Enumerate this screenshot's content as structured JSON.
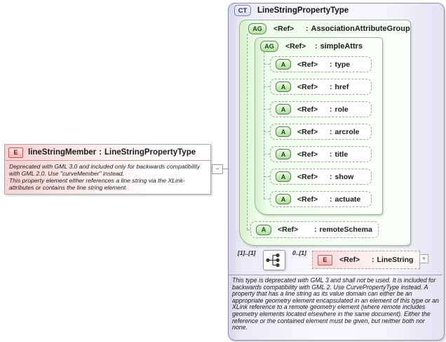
{
  "labels": {
    "element_badge": "E",
    "complex_type_badge": "CT",
    "attribute_group_badge": "AG",
    "attribute_badge": "A",
    "ref": "<Ref>",
    "colon": ":",
    "collapse": "−",
    "expand": "+"
  },
  "left_element": {
    "name": "lineStringMember",
    "separator": ":",
    "type": "LineStringPropertyType",
    "annotation_paragraph_1": "Deprecated with GML 3.0 and included only for backwards compatibility with GML 2.0. Use \"curveMember\" instead.",
    "annotation_paragraph_2": "This property element either references a line string via the XLink-attributes or contains the line string element."
  },
  "complex_type": {
    "title": "LineStringPropertyType",
    "association_attribute_group": {
      "name": "AssociationAttributeGroup",
      "simple_attrs": {
        "name": "simpleAttrs",
        "attributes": [
          {
            "name": "type"
          },
          {
            "name": "href"
          },
          {
            "name": "role"
          },
          {
            "name": "arcrole"
          },
          {
            "name": "title"
          },
          {
            "name": "show"
          },
          {
            "name": "actuate"
          }
        ]
      },
      "remote_schema": {
        "name": "remoteSchema"
      }
    },
    "content_model": {
      "cardinality_outer": "[1]..[1]",
      "cardinality_element": "0..[1]",
      "element": {
        "name": "LineString"
      }
    },
    "annotation": "This type is deprecated with GML 3 and shall not be used. It is included for backwards compatibility with GML 2. Use CurvePropertyType instead. A property that has a line string as its value domain can either be an appropriate geometry element encapsulated in an element of this type or an XLink reference to a remote geometry element (where remote includes geometry elements located elsewhere in the same document). Either the reference or the contained element must be given, but neither both nor none."
  },
  "colors": {
    "element_pink": "#f8d0d0",
    "element_badge_pink": "#f7b2b2",
    "group_green": "#eefcea",
    "badge_green": "#a9e295",
    "complex_type_lavender": "#d5d5ee",
    "connector_gray": "#9a9a9a"
  }
}
